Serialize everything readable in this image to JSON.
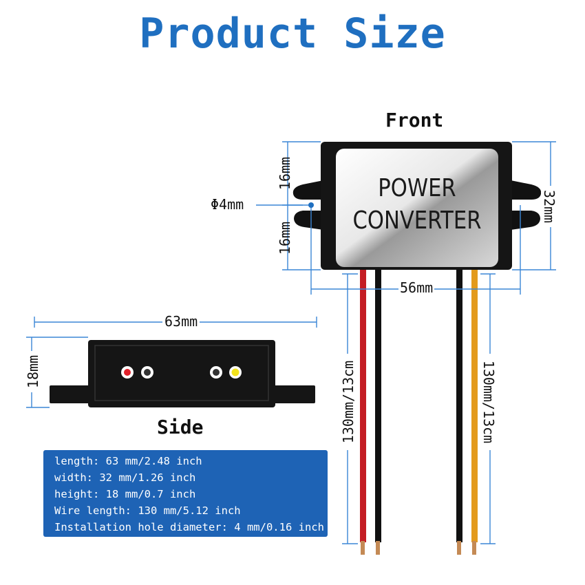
{
  "title": "Product Size",
  "front_view": {
    "heading": "Front",
    "label_line1": "POWER",
    "label_line2": "CONVERTER",
    "dim_width": "56mm",
    "dim_height": "32mm",
    "dim_upper_half": "16mm",
    "dim_lower_half": "16mm",
    "dim_hole": "Φ4mm",
    "dim_wire_left": "130mm/13cm",
    "dim_wire_right": "130mm/13cm"
  },
  "side_view": {
    "heading": "Side",
    "dim_length": "63mm",
    "dim_height": "18mm"
  },
  "specs": [
    "length: 63 mm/2.48 inch",
    "width: 32 mm/1.26 inch",
    "height: 18 mm/0.7 inch",
    "Wire length: 130 mm/5.12 inch",
    "Installation hole diameter: 4 mm/0.16 inch"
  ],
  "colors": {
    "title": "#1f6fc0",
    "spec_box": "#1e63b5",
    "wire_red": "#c41d24",
    "wire_black": "#111111",
    "wire_yellow": "#e39a1c"
  }
}
